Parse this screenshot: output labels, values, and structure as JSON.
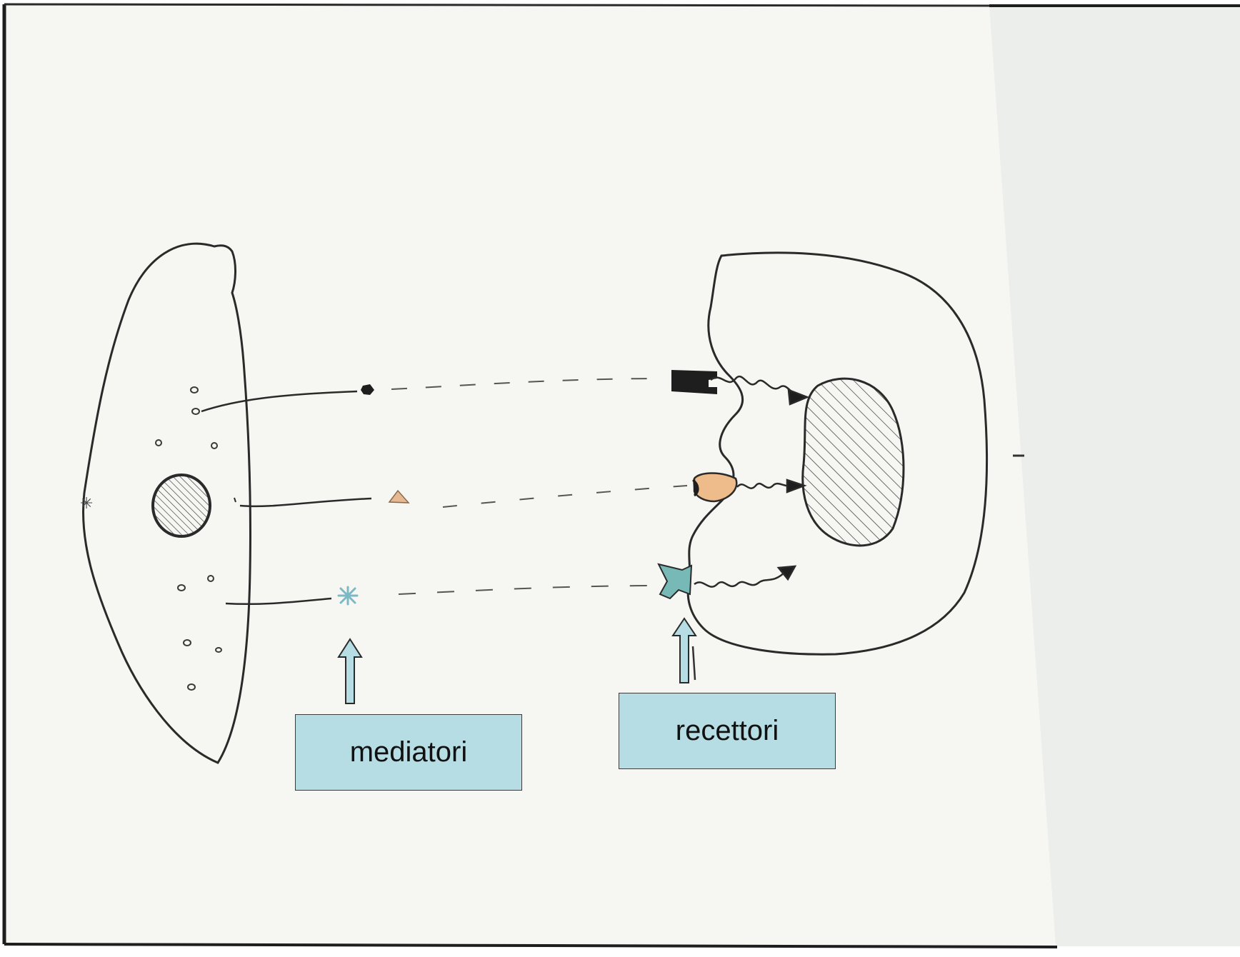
{
  "labels": {
    "mediators": "mediatori",
    "receptors": "recettori"
  },
  "colors": {
    "paper": "#f6f7f3",
    "paper_right": "#eceeeb",
    "ink": "#2a2a2a",
    "callout_fill": "#b6dde3",
    "mediator_triangle": "#e6b993",
    "mediator_star": "#7db9c4",
    "receptor_orange": "#eebb8a",
    "receptor_teal": "#77b9b6"
  },
  "icons": {
    "mediator_1": "black-dot",
    "mediator_2": "orange-triangle",
    "mediator_3": "blue-asterisk",
    "receptor_1": "black-notched-receptor",
    "receptor_2": "orange-cup-receptor",
    "receptor_3": "teal-notched-receptor"
  }
}
